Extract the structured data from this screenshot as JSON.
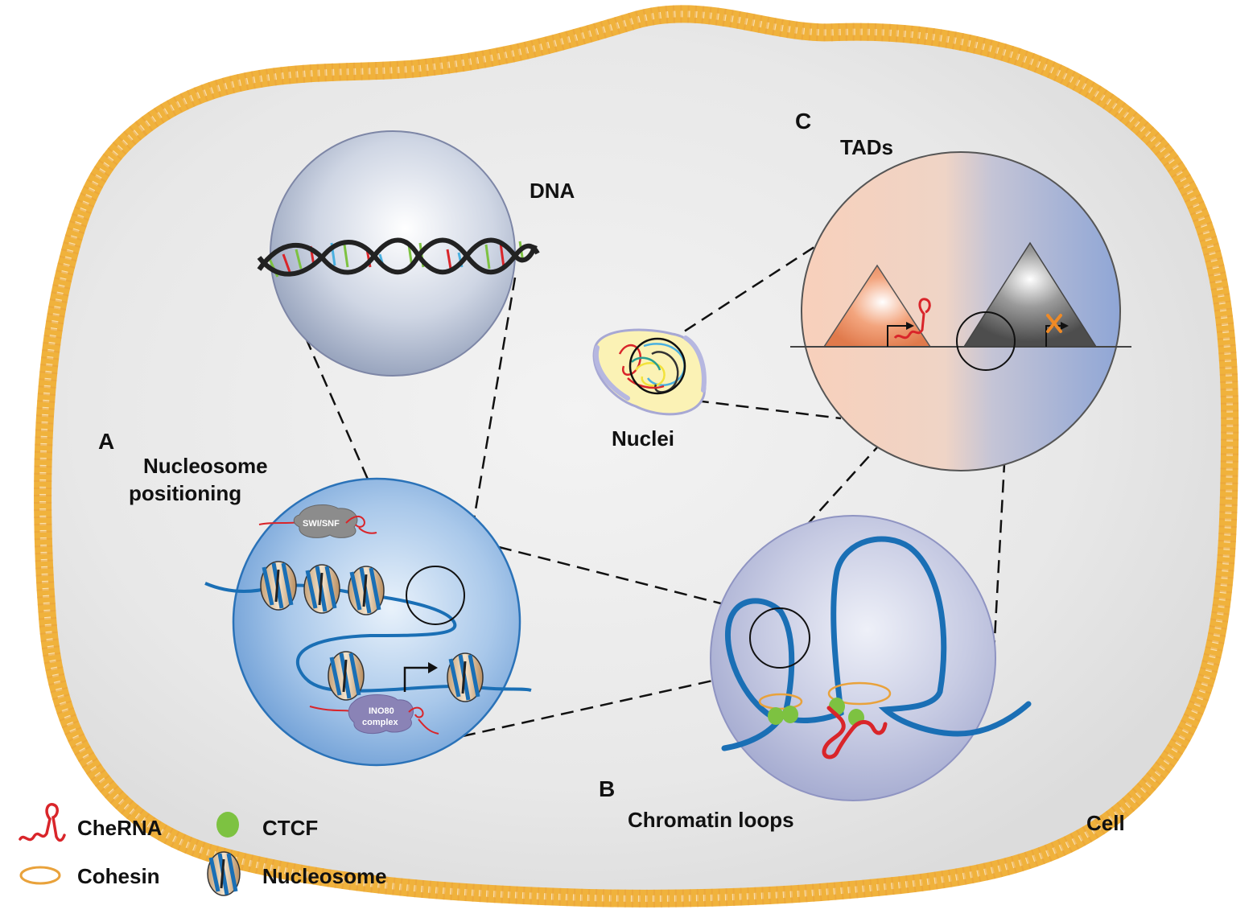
{
  "labels": {
    "dna": "DNA",
    "section_a": "A",
    "nucleosome_positioning_line1": "Nucleosome",
    "nucleosome_positioning_line2": "positioning",
    "section_b": "B",
    "chromatin_loops": "Chromatin loops",
    "section_c": "C",
    "tads": "TADs",
    "nuclei": "Nuclei",
    "cell": "Cell",
    "swi_snf": "SWI/SNF",
    "ino80_line1": "INO80",
    "ino80_line2": "complex"
  },
  "legend": {
    "cherna": "CheRNA",
    "ctcf": "CTCF",
    "cohesin": "Cohesin",
    "nucleosome": "Nucleosome"
  },
  "colors": {
    "membrane": "#f0b23c",
    "cell_fill": "#e6e6e6",
    "dna_blue": "#1a6fb5",
    "rna_red": "#d9252a",
    "ctcf_green": "#7dc241",
    "cohesin_orange": "#e9a23b",
    "tad_left": "#f4b79a",
    "tad_right": "#9fb3dc"
  }
}
